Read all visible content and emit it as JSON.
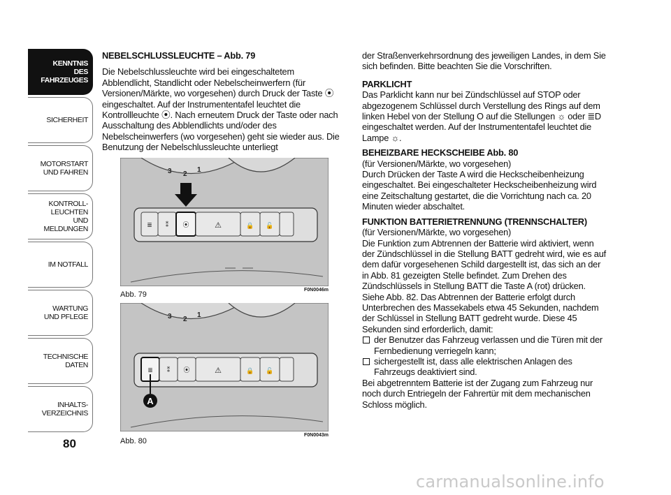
{
  "sidebar": {
    "tabs": [
      {
        "label": "KENNTNIS\nDES FAHRZEUGES",
        "active": true
      },
      {
        "label": "SICHERHEIT",
        "active": false
      },
      {
        "label": "MOTORSTART\nUND FAHREN",
        "active": false
      },
      {
        "label": "KONTROLL-\nLEUCHTEN\nUND MELDUNGEN",
        "active": false
      },
      {
        "label": "IM NOTFALL",
        "active": false
      },
      {
        "label": "WARTUNG\nUND PFLEGE",
        "active": false
      },
      {
        "label": "TECHNISCHE\nDATEN",
        "active": false
      },
      {
        "label": "INHALTS-\nVERZEICHNIS",
        "active": false
      }
    ],
    "page_number": "80"
  },
  "left": {
    "heading": "NEBELSCHLUSSLEUCHTE – Abb. 79",
    "paragraph": "Die Nebelschlussleuchte wird bei eingeschaltetem Abblendlicht, Standlicht oder Nebelscheinwerfern (für Versionen/Märkte, wo vorgesehen) durch Druck der Taste ⦿ eingeschaltet. Auf der Instrumententafel leuchtet die Kontrollleuchte ⦿. Nach erneutem Druck der Taste oder nach Ausschaltung des Abblendlichts und/oder des Nebelscheinwerfers (wo vorgesehen) geht sie wieder aus. Die Benutzung der Nebelschlussleuchte unterliegt"
  },
  "figures": [
    {
      "caption": "Abb. 79",
      "code": "F0N0046m"
    },
    {
      "caption": "Abb. 80",
      "code": "F0N0043m",
      "callout": "A"
    }
  ],
  "right": {
    "intro": "der Straßenverkehrsordnung des jeweiligen Landes, in dem Sie sich befinden. Bitte beachten Sie die Vorschriften.",
    "parklicht_heading": "PARKLICHT",
    "parklicht_text": "Das Parklicht kann nur bei Zündschlüssel auf STOP oder abgezogenem Schlüssel durch Verstellung des Rings auf dem linken Hebel von der Stellung O auf die Stellungen ☼ oder ≣D eingeschaltet werden. Auf der Instrumententafel leuchtet die Lampe ☼.",
    "heckscheibe_heading": "BEHEIZBARE HECKSCHEIBE Abb. 80",
    "heckscheibe_sub": "(für Versionen/Märkte, wo vorgesehen)",
    "heckscheibe_text": "Durch Drücken der Taste A wird die Heckscheibenheizung eingeschaltet. Bei eingeschalteter Heckscheibenheizung wird eine Zeitschaltung gestartet, die die Vorrichtung nach ca. 20 Minuten wieder abschaltet.",
    "batterie_heading": "FUNKTION BATTERIETRENNUNG (TRENNSCHALTER)",
    "batterie_sub": "(für Versionen/Märkte, wo vorgesehen)",
    "batterie_text": "Die Funktion zum Abtrennen der Batterie wird aktiviert, wenn der Zündschlüssel in die Stellung BATT gedreht wird, wie es auf dem dafür vorgesehenen Schild dargestellt ist, das sich an der in Abb. 81 gezeigten Stelle befindet. Zum Drehen des Zündschlüssels in Stellung BATT die Taste A (rot) drücken. Siehe Abb. 82. Das Abtrennen der Batterie erfolgt durch Unterbrechen des Massekabels etwa 45 Sekunden, nachdem der Schlüssel in Stellung BATT gedreht wurde. Diese 45 Sekunden sind erforderlich, damit:",
    "bullets": [
      "der Benutzer das Fahrzeug verlassen und die Türen mit der Fernbedienung verriegeln kann;",
      "sichergestellt ist, dass alle elektrischen Anlagen des Fahrzeugs deaktiviert sind."
    ],
    "outro": "Bei abgetrenntem Batterie ist der Zugang zum Fahrzeug nur noch durch Entriegeln der Fahrertür mit dem mechanischen Schloss möglich."
  },
  "watermark": "carmanualsonline.info"
}
